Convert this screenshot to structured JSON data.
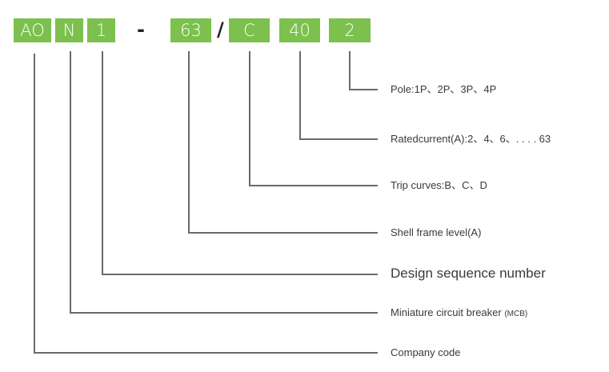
{
  "code": {
    "segments": [
      {
        "id": "company",
        "text": "AO"
      },
      {
        "id": "mcb",
        "text": "N"
      },
      {
        "id": "design",
        "text": "1"
      },
      {
        "id": "frame",
        "text": "63"
      },
      {
        "id": "trip",
        "text": "C"
      },
      {
        "id": "current",
        "text": "40"
      },
      {
        "id": "pole",
        "text": "2"
      }
    ],
    "dash": "-",
    "slash": "/"
  },
  "labels": {
    "pole": "Pole:1P、2P、3P、4P",
    "current": "Ratedcurrent(A):2、4、6、. . . . 63",
    "trip": "Trip curves:B、C、D",
    "frame": "Shell frame level(A)",
    "design": "Design sequence number",
    "mcb": "Miniature circuit breaker",
    "mcb_abbr": "(MCB)",
    "company": "Company code"
  },
  "colors": {
    "box": "#7cc04d",
    "line": "#6a6a6a",
    "text": "#3a3a3a"
  }
}
